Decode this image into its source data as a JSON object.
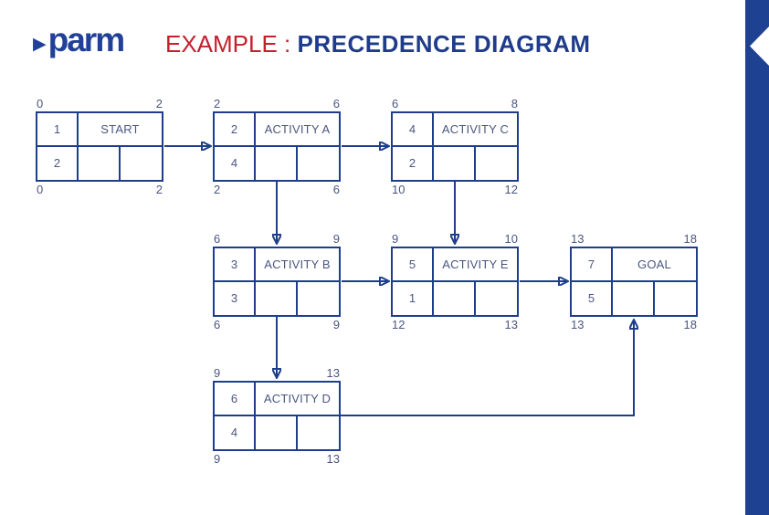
{
  "header": {
    "logo_text": "parm",
    "title_prefix": "EXAMPLE :",
    "title_main": "PRECEDENCE DIAGRAM"
  },
  "colors": {
    "diagram_line": "#1e3e8c",
    "node_text": "#4a5680",
    "title_red": "#c4202e",
    "title_blue": "#1f3c8c",
    "logo_blue": "#21409a",
    "side_bar_blue": "#1e4191"
  },
  "nodes": [
    {
      "key": "start",
      "name": "START",
      "id": "1",
      "duration": "2",
      "es": "0",
      "ef": "2",
      "ls": "0",
      "lf": "2"
    },
    {
      "key": "activity-a",
      "name": "ACTIVITY A",
      "id": "2",
      "duration": "4",
      "es": "2",
      "ef": "6",
      "ls": "2",
      "lf": "6"
    },
    {
      "key": "activity-c",
      "name": "ACTIVITY C",
      "id": "4",
      "duration": "2",
      "es": "6",
      "ef": "8",
      "ls": "10",
      "lf": "12"
    },
    {
      "key": "activity-b",
      "name": "ACTIVITY B",
      "id": "3",
      "duration": "3",
      "es": "6",
      "ef": "9",
      "ls": "6",
      "lf": "9"
    },
    {
      "key": "activity-e",
      "name": "ACTIVITY E",
      "id": "5",
      "duration": "1",
      "es": "9",
      "ef": "10",
      "ls": "12",
      "lf": "13"
    },
    {
      "key": "goal",
      "name": "GOAL",
      "id": "7",
      "duration": "5",
      "es": "13",
      "ef": "18",
      "ls": "13",
      "lf": "18"
    },
    {
      "key": "activity-d",
      "name": "ACTIVITY D",
      "id": "6",
      "duration": "4",
      "es": "9",
      "ef": "13",
      "ls": "9",
      "lf": "13"
    }
  ],
  "edges": [
    {
      "from": "START",
      "to": "ACTIVITY A"
    },
    {
      "from": "ACTIVITY A",
      "to": "ACTIVITY C"
    },
    {
      "from": "ACTIVITY A",
      "to": "ACTIVITY B"
    },
    {
      "from": "ACTIVITY C",
      "to": "ACTIVITY E"
    },
    {
      "from": "ACTIVITY B",
      "to": "ACTIVITY E"
    },
    {
      "from": "ACTIVITY B",
      "to": "ACTIVITY D"
    },
    {
      "from": "ACTIVITY E",
      "to": "GOAL"
    },
    {
      "from": "ACTIVITY D",
      "to": "GOAL"
    }
  ]
}
